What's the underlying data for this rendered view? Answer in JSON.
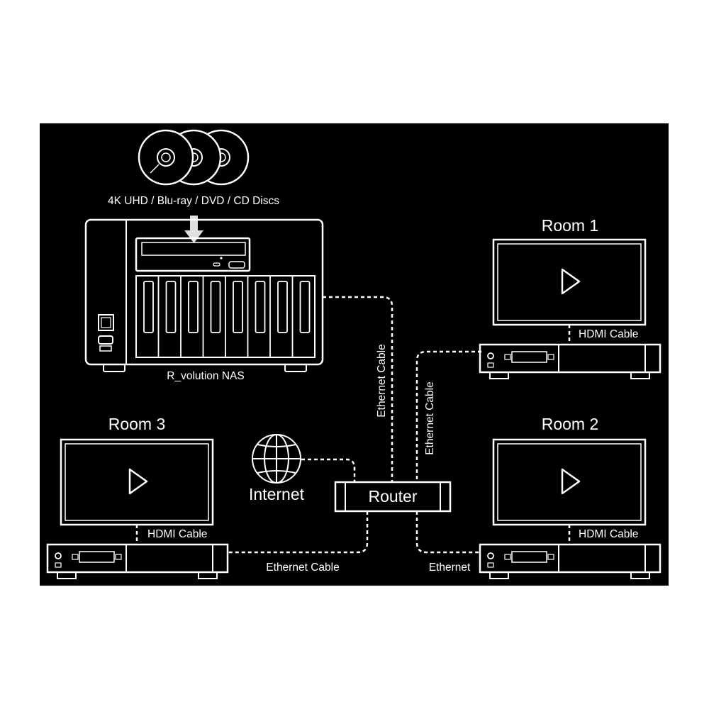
{
  "discs_label": "4K UHD / Blu-ray / DVD / CD Discs",
  "nas_label": "R_volution NAS",
  "rooms": {
    "room1": {
      "title": "Room 1",
      "hdmi": "HDMI Cable"
    },
    "room2": {
      "title": "Room 2",
      "hdmi": "HDMI Cable"
    },
    "room3": {
      "title": "Room 3",
      "hdmi": "HDMI Cable"
    }
  },
  "internet_label": "Internet",
  "router_label": "Router",
  "cables": {
    "nas_router": "Ethernet Cable",
    "router_room1": "Ethernet Cable",
    "router_room3": "Ethernet Cable",
    "router_room2": "Ethernet"
  },
  "colors": {
    "background": "#000000",
    "foreground": "#ffffff"
  },
  "icons": [
    "disc-icon",
    "play-icon",
    "globe-icon",
    "arrow-down-icon",
    "power-icon"
  ]
}
